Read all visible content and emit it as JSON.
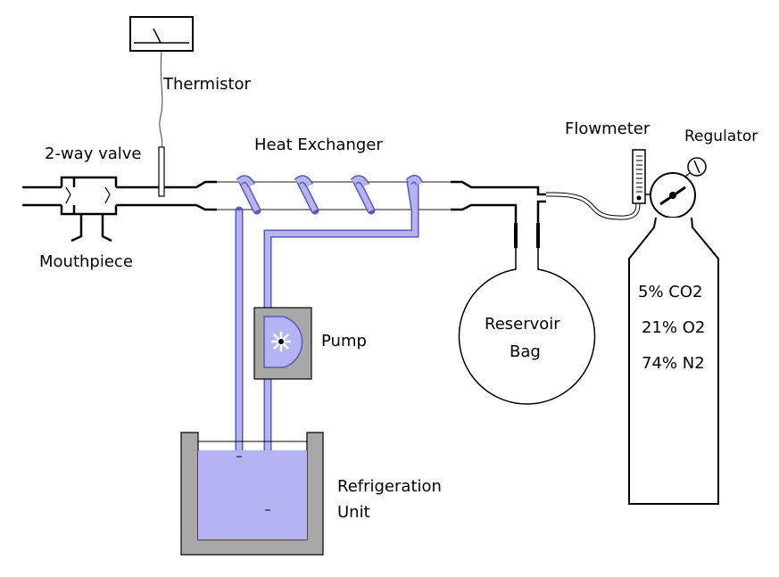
{
  "labels": {
    "thermistor": "Thermistor",
    "two_way_valve": "2-way valve",
    "mouthpiece": "Mouthpiece",
    "heat_exchanger": "Heat Exchanger",
    "flowmeter": "Flowmeter",
    "regulator": "Regulator",
    "pump": "Pump",
    "reservoir_line1": "Reservoir",
    "reservoir_line2": "Bag",
    "refrigeration_line1": "Refrigeration",
    "refrigeration_line2": "Unit"
  },
  "gas_mixture": [
    "5% CO2",
    "21% O2",
    "74% N2"
  ],
  "colors": {
    "coolant": "#b4b4f5",
    "coolant_edge": "#5a5ab4",
    "unit_gray": "#a8a8a8"
  }
}
